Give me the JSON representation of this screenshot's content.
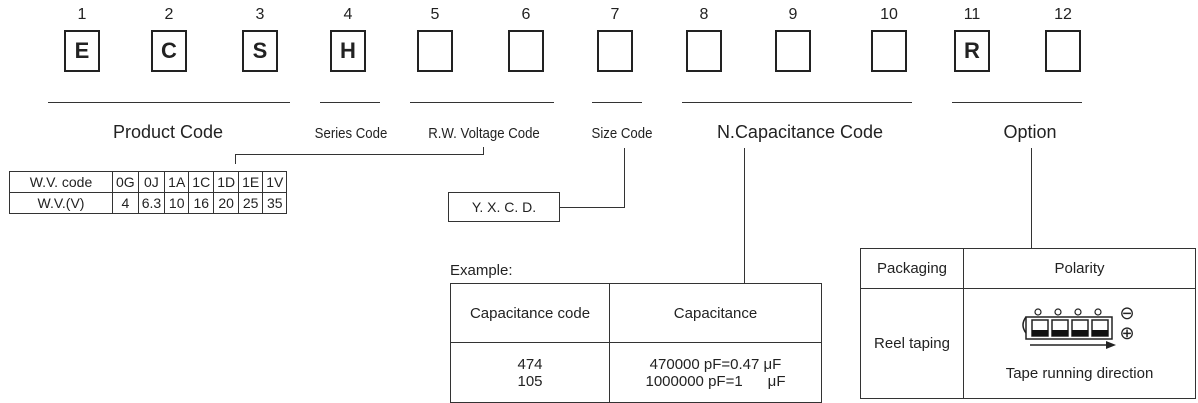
{
  "positions": [
    {
      "num": "1",
      "code": "E"
    },
    {
      "num": "2",
      "code": "C"
    },
    {
      "num": "3",
      "code": "S"
    },
    {
      "num": "4",
      "code": "H"
    },
    {
      "num": "5",
      "code": ""
    },
    {
      "num": "6",
      "code": ""
    },
    {
      "num": "7",
      "code": ""
    },
    {
      "num": "8",
      "code": ""
    },
    {
      "num": "9",
      "code": ""
    },
    {
      "num": "10",
      "code": ""
    },
    {
      "num": "11",
      "code": "R"
    },
    {
      "num": "12",
      "code": ""
    }
  ],
  "groups": {
    "product": "Product Code",
    "series": "Series Code",
    "voltage": "R.W. Voltage Code",
    "size": "Size Code",
    "capacitance": "N.Capacitance Code",
    "option": "Option"
  },
  "wv_table": {
    "row1": [
      "W.V. code",
      "0G",
      "0J",
      "1A",
      "1C",
      "1D",
      "1E",
      "1V"
    ],
    "row2": [
      "W.V.(V)",
      "4",
      "6.3",
      "10",
      "16",
      "20",
      "25",
      "35"
    ]
  },
  "size_example": "Y. X. C. D.",
  "example": {
    "label": "Example:",
    "header": [
      "Capacitance code",
      "Capacitance"
    ],
    "rows": [
      {
        "code": "474",
        "value": "470000 pF=0.47 μF"
      },
      {
        "code": "105",
        "value": "1000000 pF=1      μF"
      }
    ]
  },
  "option_table": {
    "header": [
      "Packaging",
      "Polarity"
    ],
    "packaging": "Reel taping",
    "direction": "Tape running direction",
    "minus_symbol": "⊖",
    "plus_symbol": "⊕"
  },
  "colors": {
    "line": "#333333",
    "text": "#222222"
  }
}
